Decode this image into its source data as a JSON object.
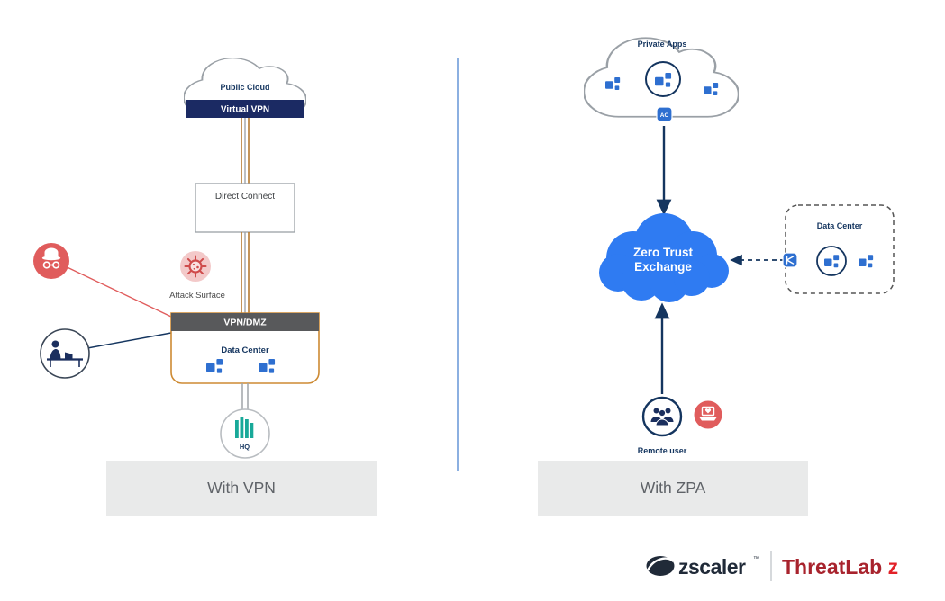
{
  "title": "VPN vs ZPA architecture comparison diagram",
  "colors": {
    "navy": "#14355f",
    "banner_navy": "#1b2a63",
    "orange": "#c8862f",
    "app_blue": "#2e6fd0",
    "zte_blue": "#2f7bf2",
    "alert_red": "#e05c5c",
    "virus_red": "#cf4b4b",
    "teal": "#18a999",
    "banner_gray": "#e9eaea",
    "caption_text": "#5f6368",
    "threatlab_red": "#a8232d",
    "threatlab_z_red": "#e22128",
    "zscaler_dark": "#202a38"
  },
  "left": {
    "public_cloud": "Public Cloud",
    "virtual_vpn": "Virtual VPN",
    "direct_connect": "Direct Connect",
    "attack_surface": "Attack Surface",
    "vpn_dmz": "VPN/DMZ",
    "data_center": "Data Center",
    "hq": "HQ",
    "caption": "With VPN"
  },
  "right": {
    "private_apps": "Private Apps",
    "ac_badge": "AC",
    "zte_line1": "Zero Trust",
    "zte_line2": "Exchange",
    "data_center": "Data Center",
    "remote_user": "Remote user",
    "caption": "With ZPA"
  },
  "footer": {
    "brand": "zscaler",
    "tm": "™",
    "threatlab": "ThreatLab",
    "z": "z"
  }
}
